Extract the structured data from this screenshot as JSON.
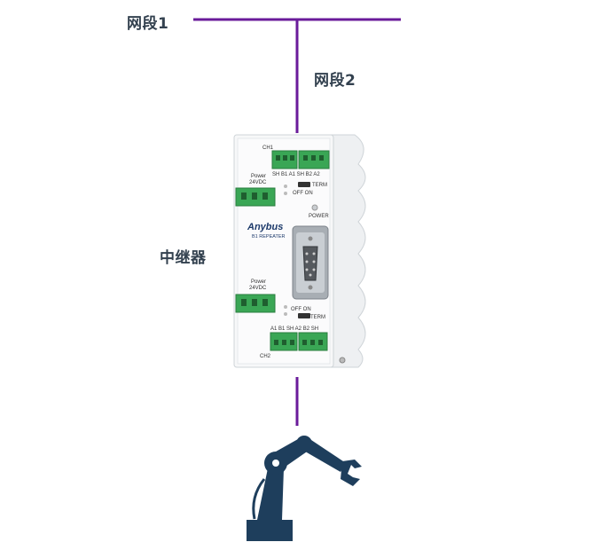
{
  "labels": {
    "segment1": "网段1",
    "segment2": "网段2",
    "repeater": "中继器"
  },
  "device": {
    "brand": "Anybus",
    "model": "B1 REPEATER",
    "ch1": "CH1",
    "ch2": "CH2",
    "power_top": "Power",
    "voltage_top": "24VDC",
    "power_bottom": "Power",
    "voltage_bottom": "24VDC",
    "ch1_pins": "SH  B1  A1   SH  B2  A2",
    "ch2_pins": "A1  B1  SH   A2  B2  SH",
    "term_top": "TERM",
    "off_on_top": "OFF  ON",
    "term_bottom": "TERM",
    "off_on_bottom": "OFF  ON",
    "power_led": "POWER"
  },
  "colors": {
    "bus_line": "#6a1b9a",
    "robot": "#1e3e5c",
    "terminal_green": "#3aa655",
    "label_text": "#33414f"
  },
  "icons": {
    "robot": "industrial-robot-arm-icon"
  }
}
